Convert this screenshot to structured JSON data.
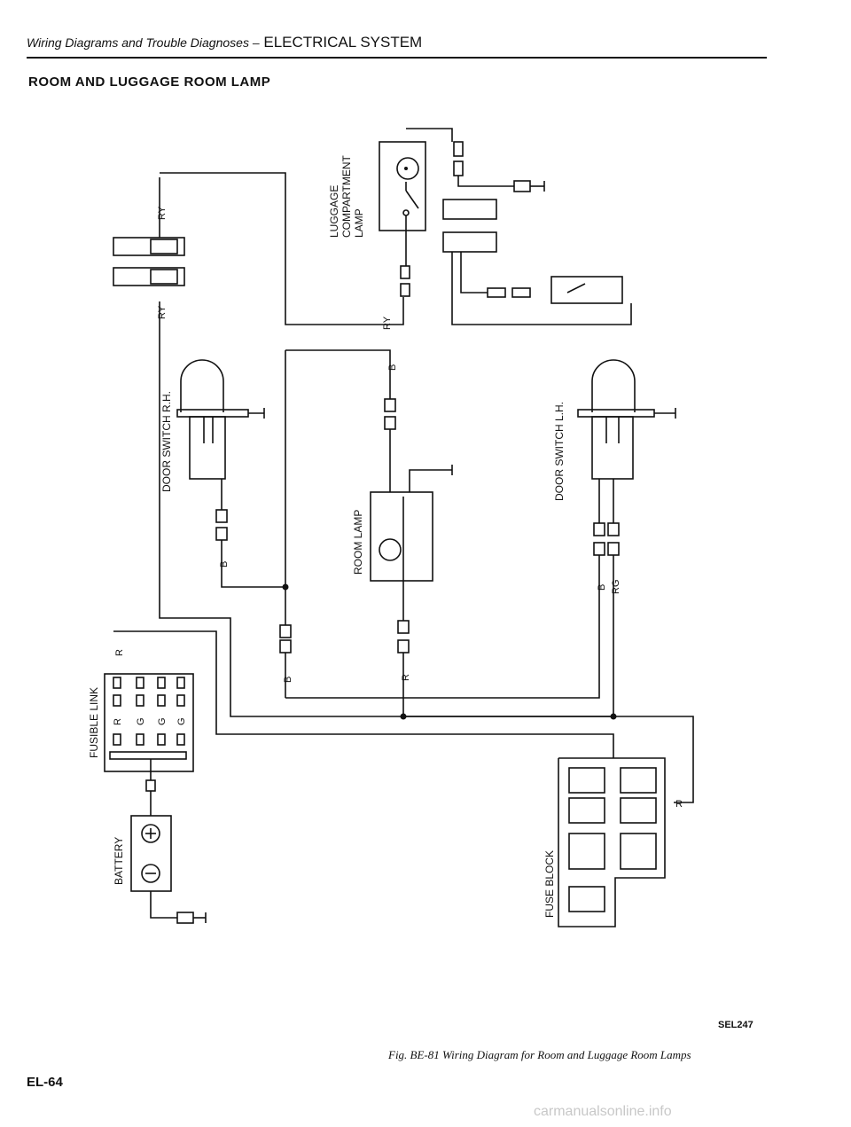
{
  "header": {
    "lead": "Wiring Diagrams and Trouble Diagnoses –",
    "section": "ELECTRICAL SYSTEM"
  },
  "page_title": "ROOM AND LUGGAGE ROOM LAMP",
  "components": {
    "luggage_lamp": "LUGGAGE COMPARTMENT LAMP",
    "door_rh": "DOOR SWITCH R.H.",
    "door_lh": "DOOR SWITCH L.H.",
    "room_lamp": "ROOM LAMP",
    "fusible_link": "FUSIBLE LINK",
    "battery": "BATTERY",
    "fuse_block": "FUSE BLOCK"
  },
  "wire_labels": {
    "ry": "RY",
    "b": "B",
    "r": "R",
    "g": "G",
    "rg": "RG"
  },
  "figure_code": "SEL247",
  "caption": "Fig. BE-81  Wiring Diagram for Room and Luggage Room Lamps",
  "page_number": "EL-64",
  "watermark": "carmanualsonline.info"
}
